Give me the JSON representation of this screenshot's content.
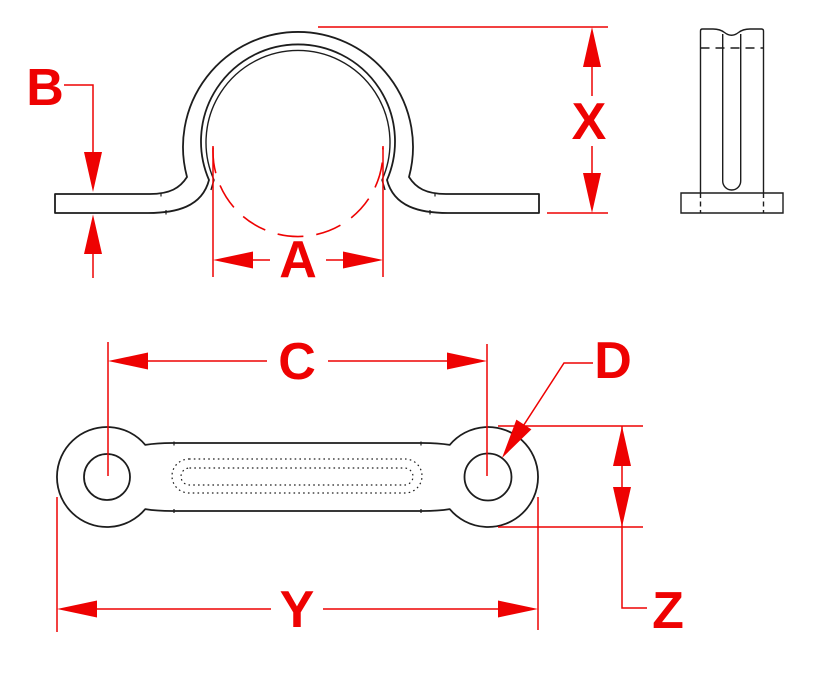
{
  "drawing": {
    "labels": {
      "a": "A",
      "b": "B",
      "c": "C",
      "d": "D",
      "x": "X",
      "y": "Y",
      "z": "Z"
    },
    "colors": {
      "dimension_red": "#ee0202",
      "outline_black": "#1d1d1d",
      "background": "#ffffff"
    }
  }
}
